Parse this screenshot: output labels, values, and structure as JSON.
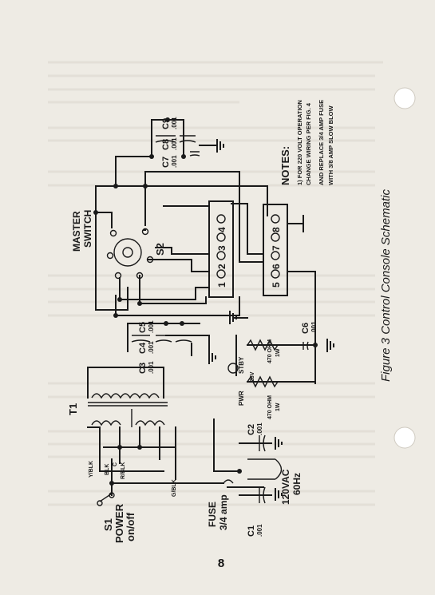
{
  "labels": {
    "transformer": "T1",
    "master_switch": "MASTER\nSWITCH",
    "s2": "S2",
    "s1": "S1",
    "power": "POWER",
    "on_off": "on/off",
    "fuse": "FUSE",
    "fuse_rating": "3/4 amp",
    "mains_voltage": "120VAC",
    "mains_freq": "60Hz",
    "wire_yblk": "Y/BLK",
    "wire_blk": "BLK",
    "wire_c": "C",
    "wire_rblk": "R/BLK",
    "wire_gblk": "G/BLK",
    "stby": "STBY",
    "pwr": "PWR",
    "lamp_28v": "28V",
    "r1_value": "470 OHM",
    "r1_watt": "1W",
    "r2_value": "470 OHM",
    "r2_watt": "1W",
    "c1_name": "C1",
    "c1_value": ".001",
    "c2_name": "C2",
    "c2_value": ".001",
    "c3_name": "C3",
    "c3_value": ".001",
    "c4_name": "C4",
    "c4_value": ".001",
    "c5_name": "C5",
    "c5_value": ".001",
    "c6_name": "C6",
    "c6_value": ".001",
    "c7_name": "C7",
    "c7_value": ".001",
    "c8_name": "C8",
    "c8_value": ".001",
    "c9_name": "C9",
    "c9_value": ".001",
    "terminal_block_1": [
      "1",
      "2",
      "3",
      "4"
    ],
    "terminal_block_2": [
      "5",
      "6",
      "7",
      "8"
    ]
  },
  "notes": {
    "heading": "NOTES:",
    "line1": "1) FOR 220 VOLT OPERATION",
    "line2": "CHANGE WIRING PER FIG. 4",
    "line3": "AND REPLACE 3/4 AMP FUSE",
    "line4": "WITH 3/8 AMP SLOW BLOW"
  },
  "caption": "Figure 3  Control Console Schematic",
  "page_number": "8"
}
